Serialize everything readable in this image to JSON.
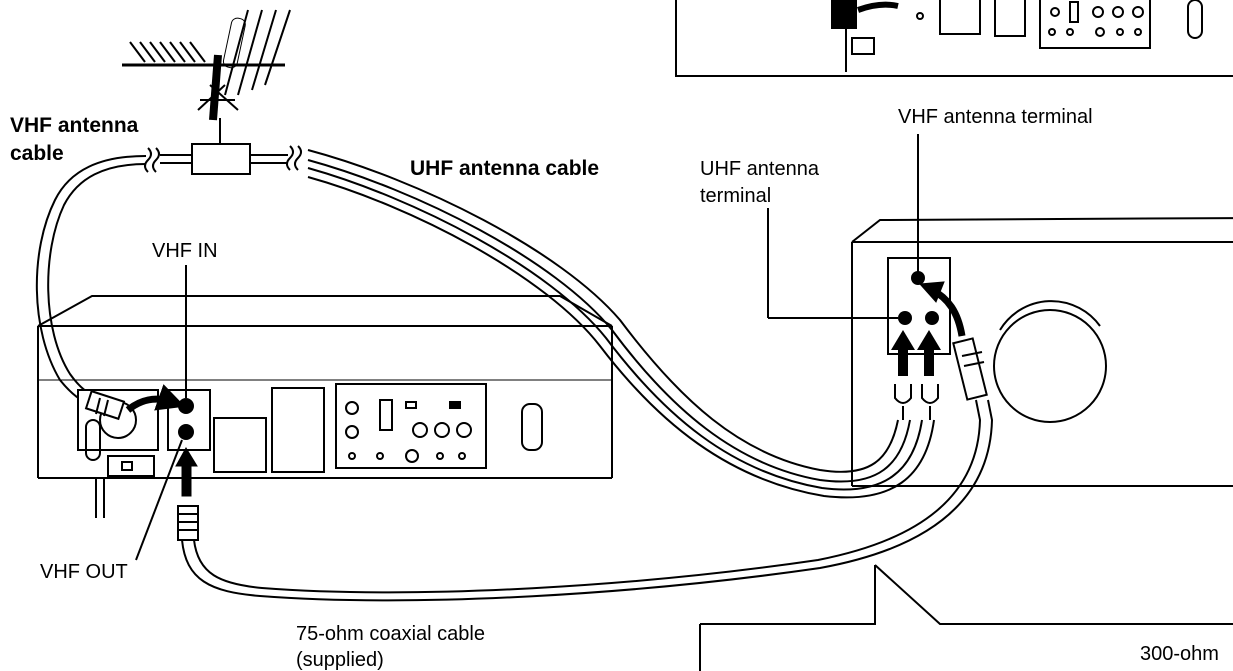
{
  "labels": {
    "vhf_antenna_cable_line1": "VHF antenna",
    "vhf_antenna_cable_line2": "cable",
    "uhf_antenna_cable": "UHF antenna cable",
    "vhf_in": "VHF IN",
    "vhf_out": "VHF OUT",
    "vhf_antenna_terminal": "VHF antenna terminal",
    "uhf_antenna_terminal_line1": "UHF antenna",
    "uhf_antenna_terminal_line2": "terminal",
    "coax_cable_line1": "75-ohm coaxial cable",
    "coax_cable_line2": "(supplied)",
    "callout_text": "300-ohm"
  },
  "icons": [
    "antenna-icon",
    "splitter-icon",
    "vcr-icon",
    "tv-icon",
    "coax-plug-icon",
    "spade-lug-icon",
    "arrow-icon"
  ],
  "colors": {
    "ink": "#000000",
    "paper": "#ffffff",
    "panel_shade": "#e8e8e8"
  }
}
